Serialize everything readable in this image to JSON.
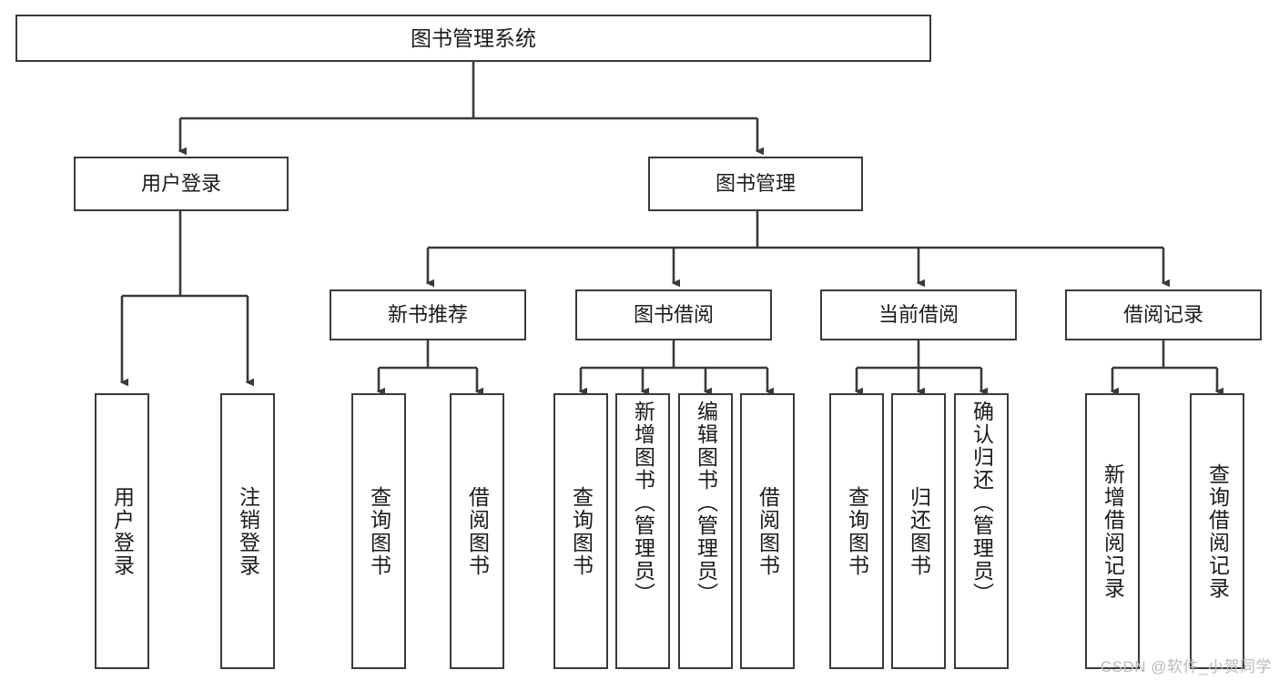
{
  "diagram": {
    "title": "图书管理系统",
    "type": "hierarchy-tree",
    "background_color": "#ffffff",
    "line_color": "#3a3a3a",
    "text_color": "#1b1b1b"
  },
  "nodes": {
    "root": {
      "label": "图书管理系统",
      "level": 1
    },
    "level2": [
      {
        "id": "user-login",
        "label": "用户登录"
      },
      {
        "id": "book-manage",
        "label": "图书管理"
      }
    ],
    "level3": [
      {
        "id": "new-book-recommend",
        "label": "新书推荐",
        "parent": "book-manage"
      },
      {
        "id": "book-borrow",
        "label": "图书借阅",
        "parent": "book-manage"
      },
      {
        "id": "current-borrow",
        "label": "当前借阅",
        "parent": "book-manage"
      },
      {
        "id": "borrow-record",
        "label": "借阅记录",
        "parent": "book-manage"
      }
    ],
    "leaves": [
      {
        "id": "leaf-user-login",
        "label": "用户登录",
        "parent": "user-login"
      },
      {
        "id": "leaf-logout",
        "label": "注销登录",
        "parent": "user-login"
      },
      {
        "id": "leaf-query-book-1",
        "label": "查询图书",
        "parent": "new-book-recommend"
      },
      {
        "id": "leaf-borrow-book-1",
        "label": "借阅图书",
        "parent": "new-book-recommend"
      },
      {
        "id": "leaf-query-book-2",
        "label": "查询图书",
        "parent": "book-borrow"
      },
      {
        "id": "leaf-add-book",
        "label": "新增图书（管理员）",
        "parent": "book-borrow"
      },
      {
        "id": "leaf-edit-book",
        "label": "编辑图书（管理员）",
        "parent": "book-borrow"
      },
      {
        "id": "leaf-borrow-book-2",
        "label": "借阅图书",
        "parent": "book-borrow"
      },
      {
        "id": "leaf-query-book-3",
        "label": "查询图书",
        "parent": "current-borrow"
      },
      {
        "id": "leaf-return-book",
        "label": "归还图书",
        "parent": "current-borrow"
      },
      {
        "id": "leaf-confirm-return",
        "label": "确认归还（管理员）",
        "parent": "current-borrow"
      },
      {
        "id": "leaf-add-record",
        "label": "新增借阅记录",
        "parent": "borrow-record"
      },
      {
        "id": "leaf-query-record",
        "label": "查询借阅记录",
        "parent": "borrow-record"
      }
    ]
  },
  "watermark": {
    "text": "CSDN @软件_小贺同学"
  }
}
